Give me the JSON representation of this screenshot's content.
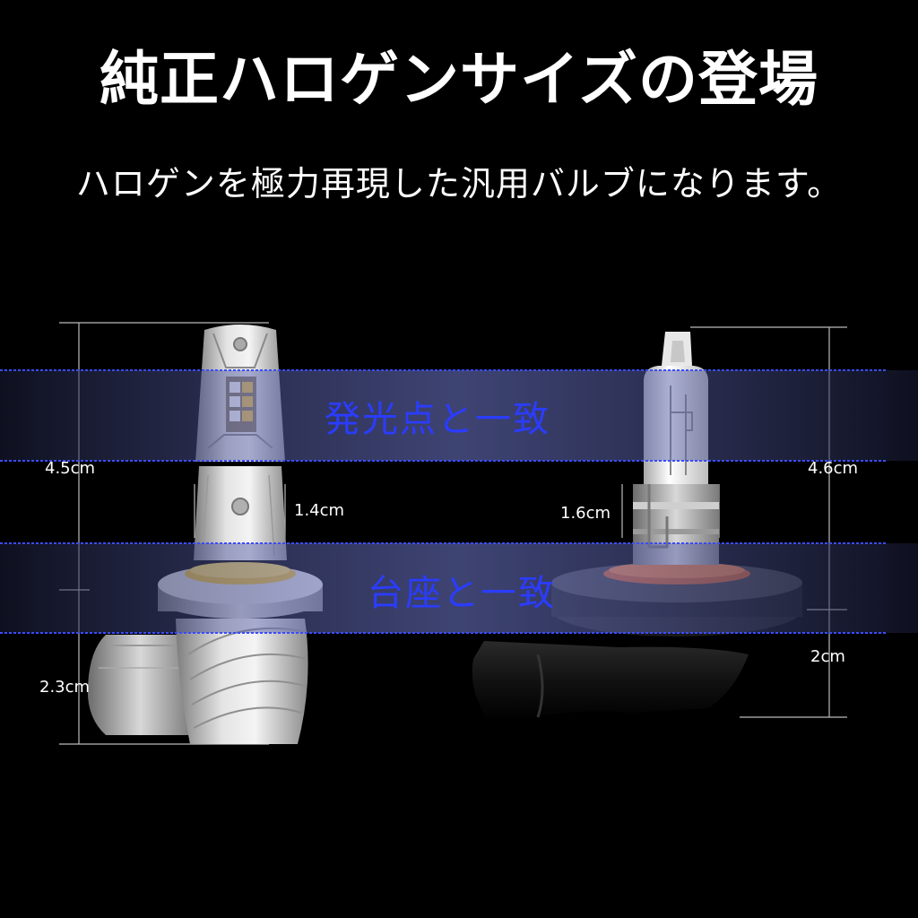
{
  "header": {
    "title": "純正ハロゲンサイズの登場",
    "subtitle": "ハロゲンを極力再現した汎用バルブになります。"
  },
  "bands": {
    "focal": "発光点と一致",
    "base": "台座と一致"
  },
  "led_bulb": {
    "height": "4.5cm",
    "width": "1.4cm",
    "connector": "2.3cm"
  },
  "halogen_bulb": {
    "height": "4.6cm",
    "width": "1.6cm",
    "connector": "2cm"
  },
  "colors": {
    "background": "#000000",
    "band_text": "#2a3cff",
    "band_line": "#3a4cff",
    "dim_line": "#bbbbbb"
  }
}
